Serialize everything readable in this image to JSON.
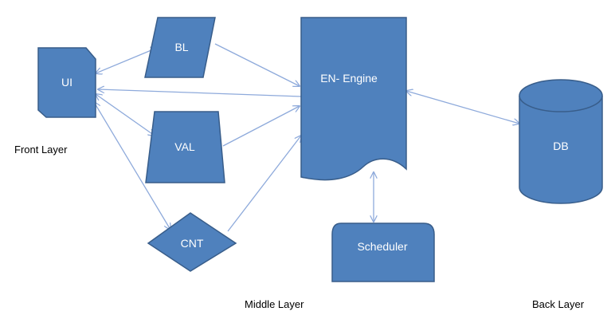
{
  "nodes": {
    "ui": {
      "label": "UI"
    },
    "bl": {
      "label": "BL"
    },
    "val": {
      "label": "VAL"
    },
    "cnt": {
      "label": "CNT"
    },
    "engine": {
      "label": "EN- Engine"
    },
    "scheduler": {
      "label": "Scheduler"
    },
    "db": {
      "label": "DB"
    }
  },
  "layers": {
    "front": "Front Layer",
    "middle": "Middle Layer",
    "back": "Back Layer"
  },
  "colors": {
    "shape_fill": "#4f81bd",
    "shape_stroke": "#385d8a",
    "connector": "#8eaadb",
    "node_text": "#ffffff",
    "layer_text": "#000000"
  },
  "edges": [
    {
      "from": "ui",
      "to": "bl",
      "arrows": "both"
    },
    {
      "from": "ui",
      "to": "val",
      "arrows": "both"
    },
    {
      "from": "ui",
      "to": "cnt",
      "arrows": "both"
    },
    {
      "from": "engine",
      "to": "ui",
      "arrows": "end"
    },
    {
      "from": "bl",
      "to": "engine",
      "arrows": "end"
    },
    {
      "from": "val",
      "to": "engine",
      "arrows": "end"
    },
    {
      "from": "cnt",
      "to": "engine",
      "arrows": "end"
    },
    {
      "from": "engine",
      "to": "db",
      "arrows": "both"
    },
    {
      "from": "engine",
      "to": "scheduler",
      "arrows": "both"
    }
  ]
}
